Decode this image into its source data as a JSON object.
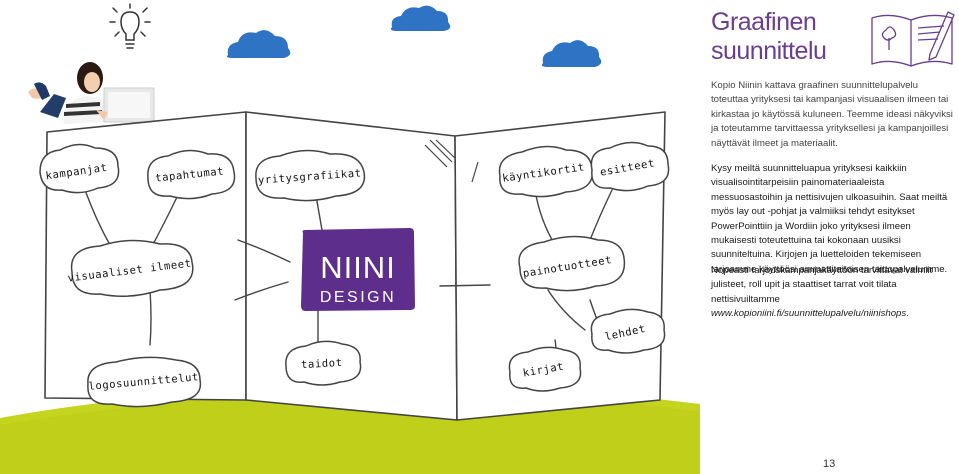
{
  "title_line1": "Graafinen",
  "title_line2": "suunnittelu",
  "intro": "Kopio Niinin kattava graafinen suunnittelupalvelu toteuttaa yrityksesi tai kampanjasi visuaalisen ilmeen tai kirkastaa jo käytössä kuluneen. Teemme ideasi näkyviksi ja toteutamme tarvittaessa yrityksellesi ja kampanjoillesi näyttävät ilmeet ja materiaalit.",
  "para1": "Kysy meiltä suunnitteluapua yrityksesi kaikkiin visualisointitarpeisiin painomateriaaleista messuosastoihin ja nettisivujen ulkoasuihin. Saat meiltä myös lay out -pohjat ja valmiiksi tehdyt esitykset PowerPointtiin ja Wordiin joko yrityksesi ilmeen mukaisesti toteutettuina tai kokonaan uusiksi suunniteltuina. Kirjojen ja luetteloiden tekemiseen tarjoamme käyttöösi ammattitaitoisen taittopalvelumme.",
  "para2_text": "Nopeasti tarjouskampanjakäyttöön tarvittavat valmiit julisteet, roll upit ja staattiset tarrat voit tilata nettisivuiltamme",
  "para2_url": "www.kopioniini.fi/suunnittelupalvelu/niinishops",
  "para2_end": ".",
  "logo": {
    "line1": "NIINI",
    "line2": "DESIGN"
  },
  "bubbles": {
    "kampanjat": "kampanjat",
    "tapahtumat": "tapahtumat",
    "yritysgrafiikat": "yritysgrafiikat",
    "kayntikortit": "käyntikortit",
    "esitteet": "esitteet",
    "visuaaliset_ilmeet": "visuaaliset ilmeet",
    "painotuotteet": "painotuotteet",
    "lehdet": "lehdet",
    "logosuunnittelut": "logosuunnittelut",
    "taidot": "taidot",
    "kirjat": "kirjat"
  },
  "page_number": "13",
  "colors": {
    "purple": "#5d2e8c",
    "cloud_blue": "#2f73c4",
    "grass_green": "#c5d51f",
    "title_purple": "#6a3d8f"
  },
  "icons": [
    "lightbulb-icon",
    "cloud-icon",
    "notebook-icon"
  ]
}
